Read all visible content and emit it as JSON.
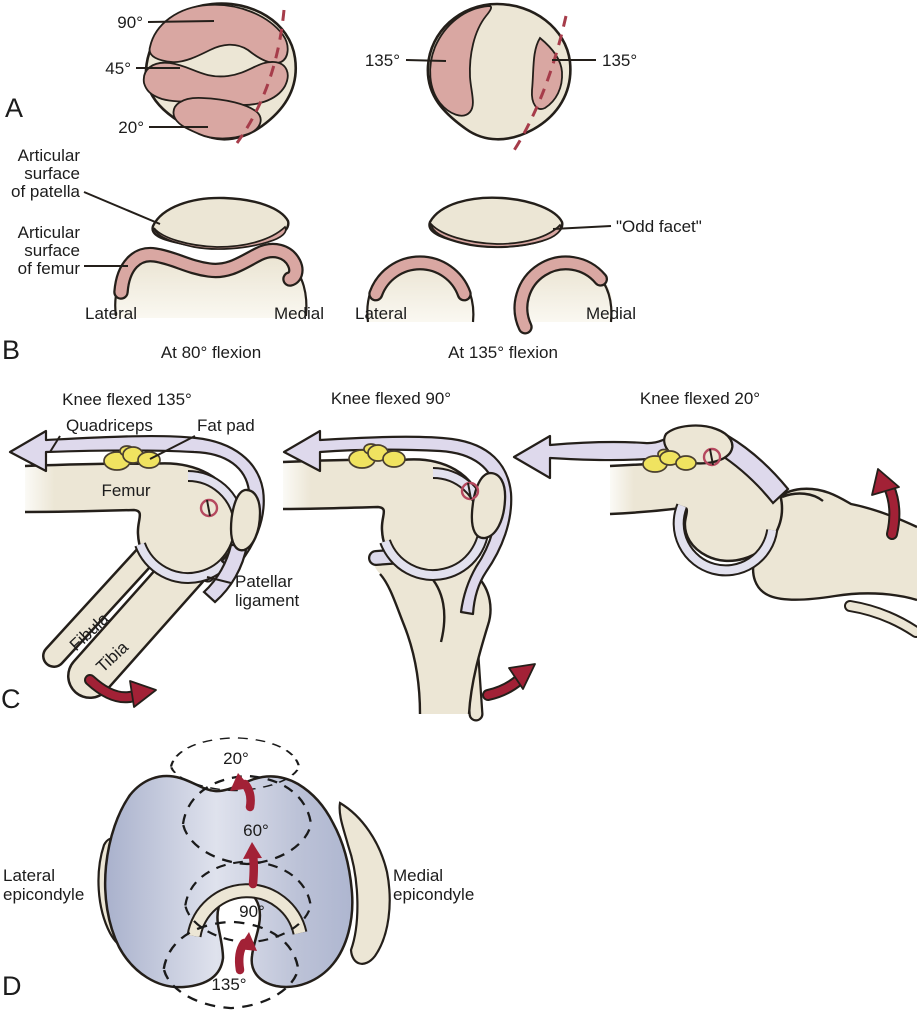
{
  "colors": {
    "background": "#ffffff",
    "outline": "#241f1a",
    "bone_cream": "#ece6d5",
    "contact_pink": "#d9a7a2",
    "dashed_red": "#a63c4a",
    "arrow_red": "#a22136",
    "tendon_lavender": "#ded9ec",
    "joint_space": "#e2e1ee",
    "fat_pad_yellow": "#f0e360",
    "femur_blue": "#b4bbd3",
    "femur_blue_light": "#dfe2ed",
    "text": "#1c1c1c"
  },
  "panelA": {
    "letter": "A",
    "left_patella": {
      "label_90": "90°",
      "label_45": "45°",
      "label_20": "20°"
    },
    "right_patella": {
      "label_left": "135°",
      "label_right": "135°"
    }
  },
  "panelB": {
    "letter": "B",
    "articular_patella": {
      "line1": "Articular",
      "line2": "surface",
      "line3": "of patella"
    },
    "articular_femur": {
      "line1": "Articular",
      "line2": "surface",
      "line3": "of femur"
    },
    "odd_facet_label": "\"Odd facet\"",
    "left_view": {
      "lateral": "Lateral",
      "medial": "Medial",
      "caption": "At 80° flexion"
    },
    "right_view": {
      "lateral": "Lateral",
      "medial": "Medial",
      "caption": "At 135° flexion"
    }
  },
  "panelC": {
    "letter": "C",
    "fig_135": {
      "title": "Knee flexed 135°",
      "quadriceps": "Quadriceps",
      "fat_pad": "Fat pad",
      "femur": "Femur",
      "patellar_line1": "Patellar",
      "patellar_line2": "ligament",
      "fibula": "Fibula",
      "tibia": "Tibia"
    },
    "fig_90": {
      "title": "Knee flexed 90°"
    },
    "fig_20": {
      "title": "Knee flexed 20°"
    }
  },
  "panelD": {
    "letter": "D",
    "angle_20": "20°",
    "angle_60": "60°",
    "angle_90": "90°",
    "angle_135": "135°",
    "lateral_epicondyle": {
      "line1": "Lateral",
      "line2": "epicondyle"
    },
    "medial_epicondyle": {
      "line1": "Medial",
      "line2": "epicondyle"
    }
  }
}
